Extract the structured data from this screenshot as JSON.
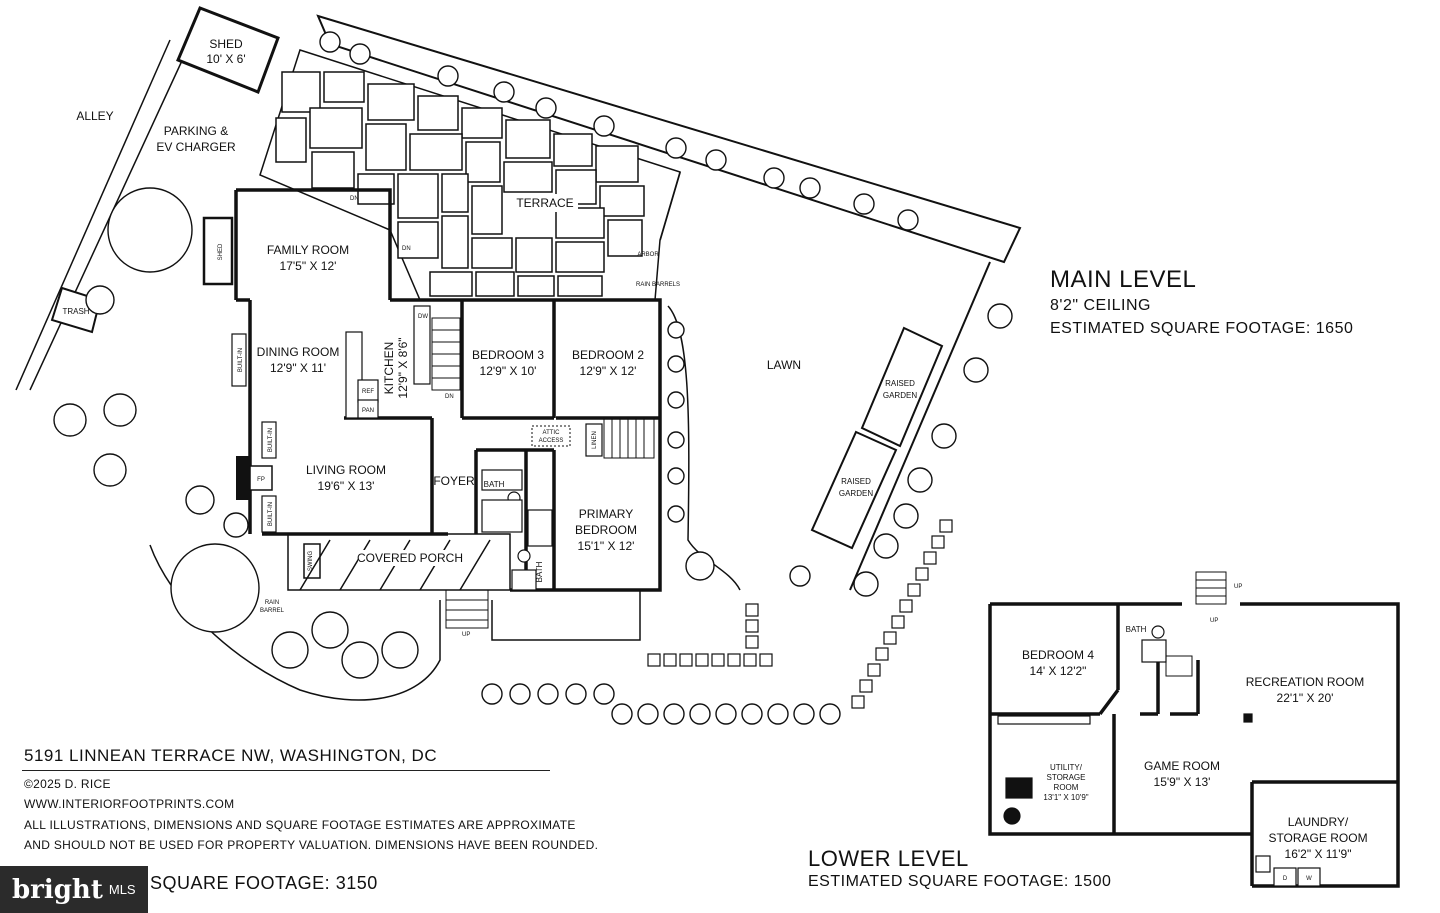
{
  "main_level": {
    "title": "MAIN LEVEL",
    "ceiling": "8'2\" CEILING",
    "square_footage": "ESTIMATED SQUARE FOOTAGE: 1650",
    "rooms": {
      "family_room": {
        "name": "FAMILY ROOM",
        "dims": "17'5\" X 12'"
      },
      "dining_room": {
        "name": "DINING ROOM",
        "dims": "12'9\" X 11'"
      },
      "kitchen": {
        "name": "KITCHEN",
        "dims": "12'9\" X 8'6\""
      },
      "bedroom3": {
        "name": "BEDROOM 3",
        "dims": "12'9\" X 10'"
      },
      "bedroom2": {
        "name": "BEDROOM 2",
        "dims": "12'9\" X 12'"
      },
      "living_room": {
        "name": "LIVING ROOM",
        "dims": "19'6\" X 13'"
      },
      "foyer": "FOYER",
      "bath1": "BATH",
      "bath2": "BATH",
      "primary_bedroom": {
        "line1": "PRIMARY",
        "line2": "BEDROOM",
        "dims": "15'1\" X 12'"
      },
      "covered_porch": "COVERED PORCH",
      "terrace": "TERRACE",
      "lawn": "LAWN",
      "raised_garden_1": {
        "line1": "RAISED",
        "line2": "GARDEN"
      },
      "raised_garden_2": {
        "line1": "RAISED",
        "line2": "GARDEN"
      },
      "shed_top": {
        "name": "SHED",
        "dims": "10' X 6'"
      },
      "shed_side": "SHED",
      "trash": "TRASH",
      "alley": "ALLEY",
      "parking": {
        "line1": "PARKING &",
        "line2": "EV CHARGER"
      },
      "arbor": "ARBOR",
      "rain_barrels": "RAIN BARRELS",
      "rain_barrel": {
        "line1": "RAIN",
        "line2": "BARREL"
      },
      "attic_access": {
        "line1": "ATTIC",
        "line2": "ACCESS"
      },
      "linen": "LINEN",
      "fp": "FP",
      "built_in": "BUILT-IN",
      "swing": "SWING",
      "ref": "REF",
      "pan": "PAN",
      "dw": "DW",
      "dn": "DN",
      "up": "UP"
    }
  },
  "lower_level": {
    "title": "LOWER LEVEL",
    "square_footage": "ESTIMATED SQUARE FOOTAGE: 1500",
    "rooms": {
      "bedroom4": {
        "name": "BEDROOM 4",
        "dims": "14' X 12'2\""
      },
      "bath": "BATH",
      "recreation_room": {
        "name": "RECREATION ROOM",
        "dims": "22'1\" X 20'"
      },
      "utility": {
        "line1": "UTILITY/",
        "line2": "STORAGE",
        "line3": "ROOM",
        "dims": "13'1\" X 10'9\""
      },
      "game_room": {
        "name": "GAME ROOM",
        "dims": "15'9\" X 13'"
      },
      "laundry": {
        "line1": "LAUNDRY/",
        "line2": "STORAGE ROOM",
        "dims": "16'2\" X 11'9\""
      },
      "d": "D",
      "w": "W",
      "up": "UP"
    }
  },
  "footer": {
    "address": "5191 LINNEAN TERRACE NW, WASHINGTON, DC",
    "copyright": "©2025 D. RICE",
    "website": "WWW.INTERIORFOOTPRINTS.COM",
    "disclaimer1": "ALL ILLUSTRATIONS, DIMENSIONS AND SQUARE FOOTAGE ESTIMATES ARE APPROXIMATE",
    "disclaimer2": "AND  SHOULD NOT BE USED FOR PROPERTY VALUATION. DIMENSIONS HAVE BEEN ROUNDED.",
    "total_square_footage": "SQUARE FOOTAGE: 3150"
  },
  "watermark": {
    "brand": "bright",
    "suffix": "MLS"
  }
}
